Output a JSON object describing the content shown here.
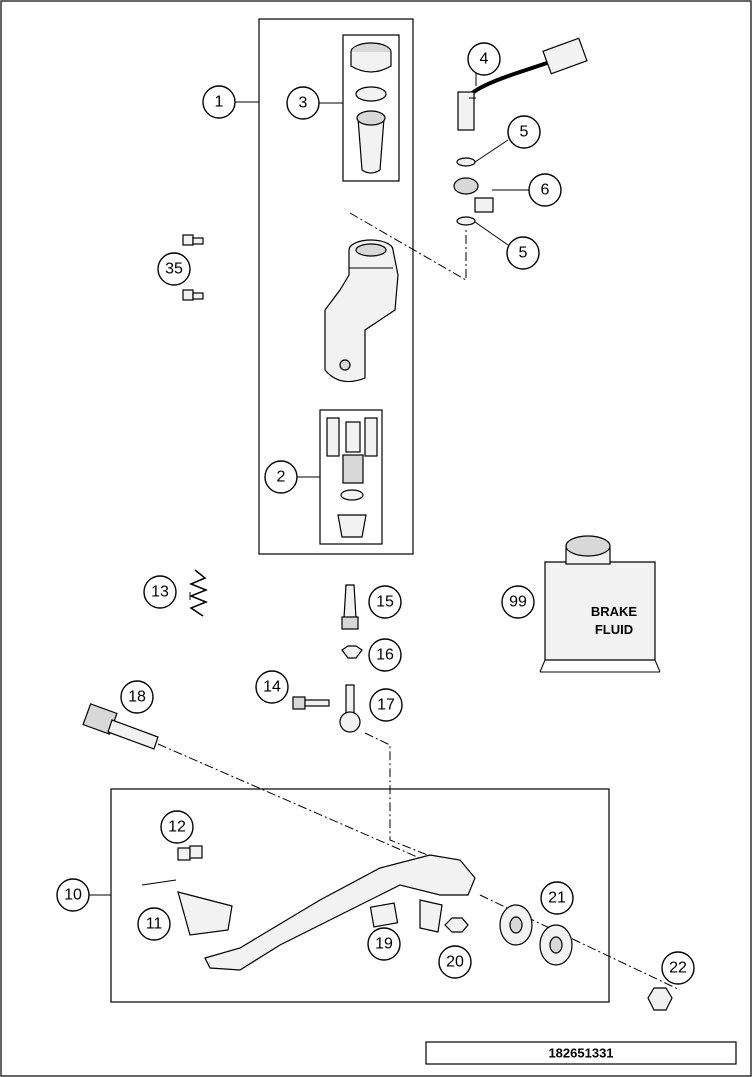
{
  "callouts": {
    "c1": "1",
    "c2": "2",
    "c3": "3",
    "c4": "4",
    "c5a": "5",
    "c5b": "5",
    "c6": "6",
    "c35": "35",
    "c13": "13",
    "c15": "15",
    "c16": "16",
    "c14": "14",
    "c17": "17",
    "c18": "18",
    "c99": "99",
    "c12": "12",
    "c10": "10",
    "c11": "11",
    "c19": "19",
    "c20": "20",
    "c21": "21",
    "c22": "22"
  },
  "container": {
    "line1": "BRAKE",
    "line2": "FLUID"
  },
  "footer": {
    "drawing_number": "182651331"
  }
}
